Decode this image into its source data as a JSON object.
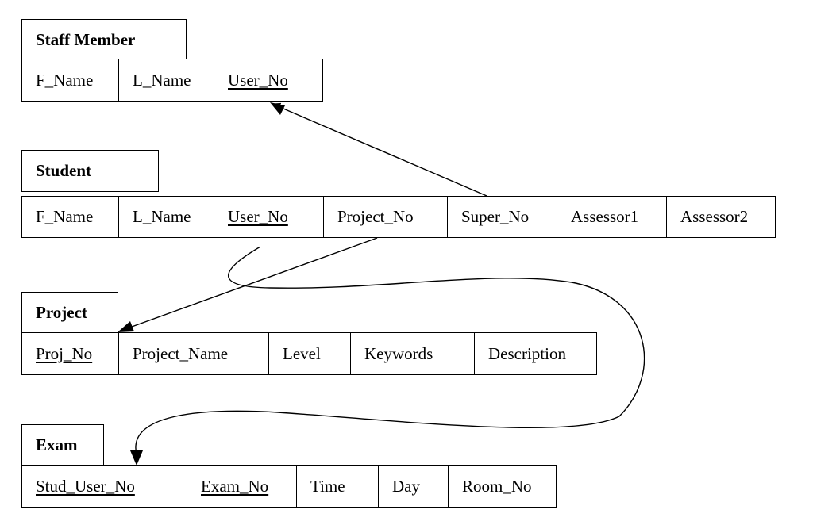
{
  "tables": [
    {
      "title": "Staff Member",
      "columns": [
        {
          "name": "F_Name",
          "key": false
        },
        {
          "name": "L_Name",
          "key": false
        },
        {
          "name": "User_No",
          "key": true
        }
      ]
    },
    {
      "title": "Student",
      "columns": [
        {
          "name": "F_Name",
          "key": false
        },
        {
          "name": "L_Name",
          "key": false
        },
        {
          "name": "User_No",
          "key": true
        },
        {
          "name": "Project_No",
          "key": false
        },
        {
          "name": "Super_No",
          "key": false
        },
        {
          "name": "Assessor1",
          "key": false
        },
        {
          "name": "Assessor2",
          "key": false
        }
      ]
    },
    {
      "title": "Project",
      "columns": [
        {
          "name": "Proj_No",
          "key": true
        },
        {
          "name": "Project_Name",
          "key": false
        },
        {
          "name": "Level",
          "key": false
        },
        {
          "name": "Keywords",
          "key": false
        },
        {
          "name": "Description",
          "key": false
        }
      ]
    },
    {
      "title": "Exam",
      "columns": [
        {
          "name": "Stud_User_No",
          "key": true
        },
        {
          "name": "Exam_No",
          "key": true
        },
        {
          "name": "Time",
          "key": false
        },
        {
          "name": "Day",
          "key": false
        },
        {
          "name": "Room_No",
          "key": false
        }
      ]
    }
  ],
  "relationships": [
    {
      "from": "Student.Super_No",
      "to": "Staff Member.User_No"
    },
    {
      "from": "Student.Project_No",
      "to": "Project.Proj_No"
    },
    {
      "from": "Student.User_No",
      "to": "Exam.Stud_User_No"
    }
  ],
  "colors": {
    "line": "#000000",
    "background": "#ffffff"
  }
}
